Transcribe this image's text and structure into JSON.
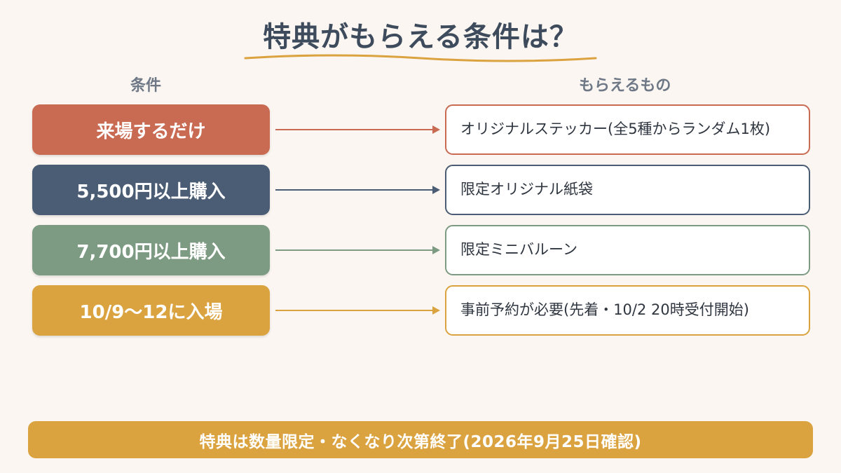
{
  "title": "特典がもらえる条件は？",
  "headers": {
    "left": "条件",
    "right": "もらえるもの"
  },
  "rows": [
    {
      "condition": "来場するだけ",
      "reward": "オリジナルステッカー(全5種からランダム1枚)",
      "color": "#c96a52"
    },
    {
      "condition": "5,500円以上購入",
      "reward": "限定オリジナル紙袋",
      "color": "#4a5d74"
    },
    {
      "condition": "7,700円以上購入",
      "reward": "限定ミニバルーン",
      "color": "#7d9a82"
    },
    {
      "condition": "10/9〜12に入場",
      "reward": "事前予約が必要(先着・10/2 20時受付開始)",
      "color": "#dba33f"
    }
  ],
  "footer": "特典は数量限定・なくなり次第終了(2026年9月25日確認)"
}
